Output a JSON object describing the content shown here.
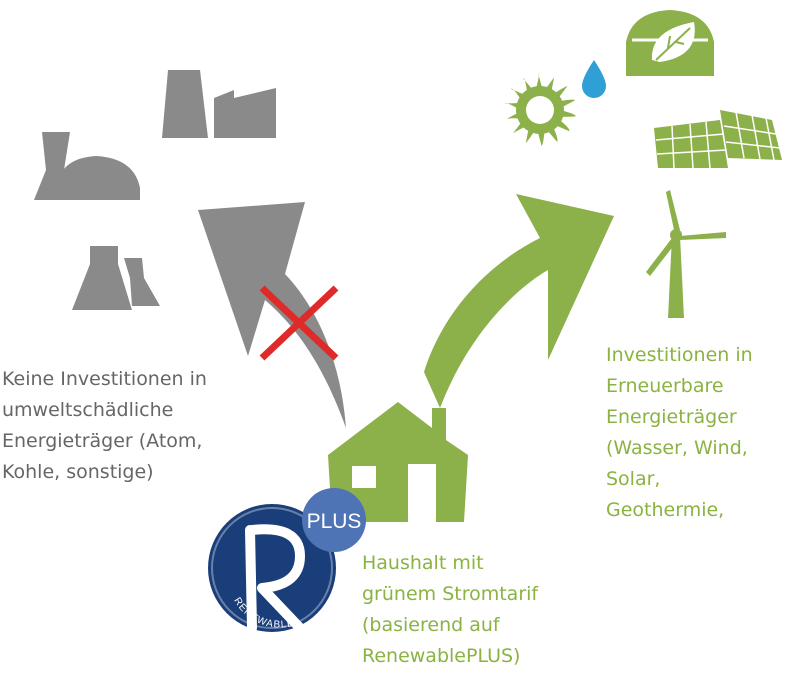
{
  "colors": {
    "gray": "#8a8a8a",
    "green": "#8cb04a",
    "red": "#e02a2a",
    "blue_dark": "#1a3e7a",
    "blue_light": "#4f74b5",
    "water": "#2f9fd6",
    "text_gray": "#666666",
    "text_green": "#8ab341"
  },
  "left_text": "Keine Investitionen in\numweltschädliche\nEnergieträger (Atom,\nKohle, sonstige)",
  "right_text": "Investitionen in\nErneuerbare\nEnergieträger\n(Wasser, Wind,\nSolar,\nGeothermie,",
  "house_text": "Haushalt mit\ngrünem Stromtarif\n(basierend auf\nRenewablePLUS)",
  "logo": {
    "plus_label": "PLUS",
    "ring_label": "RENEWABLE"
  },
  "icons": {
    "left": [
      "factory-icon",
      "nuclear-plant-icon",
      "cooling-tower-icon"
    ],
    "right": [
      "water-turbine-icon",
      "geothermal-leaf-icon",
      "solar-panel-icon",
      "wind-turbine-icon"
    ]
  }
}
